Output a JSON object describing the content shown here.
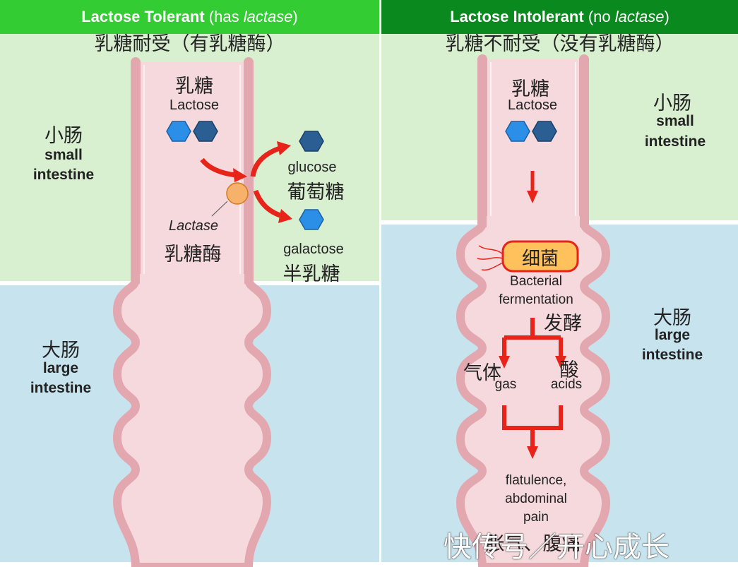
{
  "left": {
    "header": {
      "bold": "Lactose Tolerant",
      "normal_pre": "(has ",
      "italic": "lactase",
      "normal_post": ")"
    },
    "subtitle_cn": "乳糖耐受（有乳糖酶）",
    "small_intestine": {
      "cn": "小肠",
      "en1": "small",
      "en2": "intestine"
    },
    "large_intestine": {
      "cn": "大肠",
      "en1": "large",
      "en2": "intestine"
    },
    "lactose": {
      "cn": "乳糖",
      "en": "Lactose"
    },
    "lactase": {
      "en": "Lactase",
      "cn": "乳糖酶"
    },
    "glucose": {
      "en": "glucose",
      "cn": "葡萄糖"
    },
    "galactose": {
      "en": "galactose",
      "cn": "半乳糖"
    }
  },
  "right": {
    "header": {
      "bold": "Lactose Intolerant",
      "normal_pre": "(no ",
      "italic": "lactase",
      "normal_post": ")"
    },
    "subtitle_cn": "乳糖不耐受（没有乳糖酶）",
    "small_intestine": {
      "cn": "小肠",
      "en1": "small",
      "en2": "intestine"
    },
    "large_intestine": {
      "cn": "大肠",
      "en1": "large",
      "en2": "intestine"
    },
    "lactose": {
      "cn": "乳糖",
      "en": "Lactose"
    },
    "bacteria": {
      "cn": "细菌",
      "en1": "Bacterial",
      "en2": "fermentation"
    },
    "fermentation_cn": "发酵",
    "gas": {
      "cn": "气体",
      "en": "gas"
    },
    "acids": {
      "cn": "酸",
      "en": "acids"
    },
    "result": {
      "en1": "flatulence,",
      "en2": "abdominal",
      "en3": "pain",
      "cn": "胀气、腹痛"
    }
  },
  "watermark": "快传号／开心成长",
  "colors": {
    "header_left": "#33cc33",
    "header_right": "#0a8a1e",
    "small_intestine_bg": "#d8efd0",
    "large_intestine_bg": "#c7e4ee",
    "intestine_fill": "#f5d9dc",
    "intestine_wall": "#e3a7b0",
    "hex_light": "#2b8fe8",
    "hex_dark": "#2b5f94",
    "arrow_red": "#e8231a",
    "enzyme_orange": "#f6b26b",
    "bacteria_fill": "#ffc15c"
  }
}
